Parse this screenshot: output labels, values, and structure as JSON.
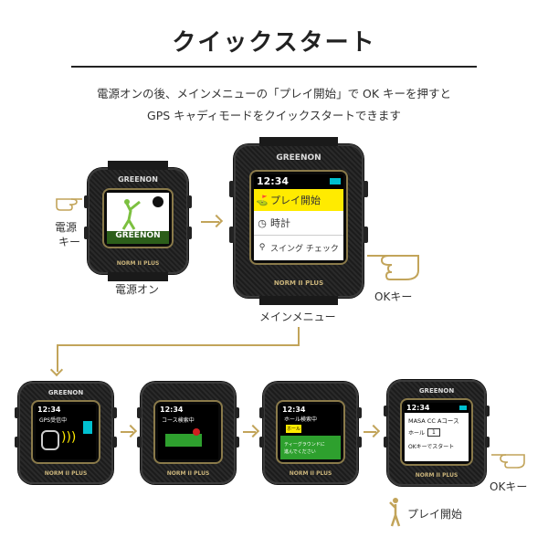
{
  "header": {
    "title": "クイックスタート",
    "desc_line1": "電源オンの後、メインメニューの「プレイ開始」で OK キーを押すと",
    "desc_line2": "GPS キャディモードをクイックスタートできます"
  },
  "brand": {
    "logo": "GREENON",
    "model": "NORM II PLUS"
  },
  "step1": {
    "caption": "電源オン",
    "key_label_1": "電源",
    "key_label_2": "キー",
    "screen_logo": "GREENON"
  },
  "step2": {
    "caption": "メインメニュー",
    "ok_label": "OKキー",
    "time": "12:34",
    "menu": [
      "プレイ開始",
      "時計",
      "スイング チェック"
    ]
  },
  "step3": {
    "time": "12:34",
    "status": "GPS受信中"
  },
  "step4": {
    "time": "12:34",
    "status": "コース検索中"
  },
  "step5": {
    "time": "12:34",
    "status": "ホール検索中",
    "sign": "ホール",
    "note1": "ティーグラウンドに",
    "note2": "進んでください"
  },
  "step6": {
    "time": "12:34",
    "course": "MASA CC Aコース",
    "hole_label": "ホール",
    "hole_value": "1",
    "action": "OKキーでスタート",
    "ok_label": "OKキー",
    "play_label": "プレイ開始"
  },
  "colors": {
    "accent": "#c2a45a",
    "highlight": "#ffeb00",
    "battery": "#00c0d0"
  }
}
